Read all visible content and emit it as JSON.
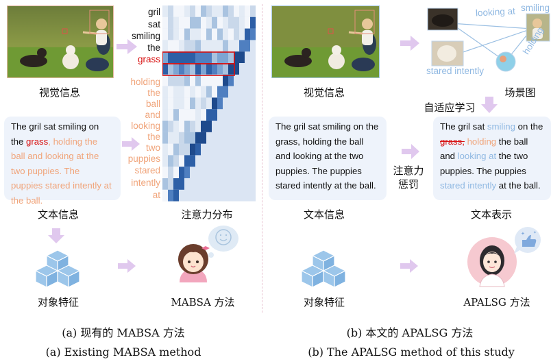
{
  "left": {
    "visual_info_label": "视觉信息",
    "text_info_label": "文本信息",
    "attention_label": "注意力分布",
    "object_feature_label": "对象特征",
    "method_label": "MABSA 方法",
    "caption_cn": "(a)  现有的 MABSA 方法",
    "caption_en": "(a)  Existing MABSA method",
    "sentence": {
      "part1": "The gril sat smiling on the ",
      "highlight": "grass",
      "part2": ", holding the ball and looking at the two puppies. The puppies stared intently at the ball."
    },
    "attention_words": [
      "gril",
      "sat",
      "smiling",
      "the",
      "grass",
      "holding",
      "the",
      "ball",
      "and",
      "looking",
      "the",
      "two",
      "puppies",
      "stared",
      "intently",
      "at"
    ]
  },
  "right": {
    "visual_info_label": "视觉信息",
    "text_info_label": "文本信息",
    "scene_graph_label": "场景图",
    "adaptive_label": "自适应学习",
    "penalty_label_1": "注意力",
    "penalty_label_2": "惩罚",
    "text_repr_label": "文本表示",
    "object_feature_label": "对象特征",
    "method_label": "APALSG 方法",
    "caption_cn": "(b)  本文的 APALSG 方法",
    "caption_en": "(b)  The APALSG method of this study",
    "sentence_plain": "The gril sat smiling on the grass, holding the ball and looking at the two puppies. The puppies stared intently at the ball.",
    "scene_edges": [
      "looking at",
      "smiling",
      "stared intently",
      "holding"
    ],
    "repr": {
      "t1": "The gril sat ",
      "b1": "smiling",
      "t2": " on the ",
      "s1": "grass,",
      "b2": " holding",
      "t3": " the ball and ",
      "b3": "looking at",
      "t4": " the two puppies. The puppies ",
      "b4": "stared intently",
      "t5": " at the ball."
    }
  },
  "colors": {
    "accent_orange": "#f0a47a",
    "highlight_red": "#d80f0f",
    "light_blue": "#8fb8e2",
    "arrow_purple": "#e0c8ee",
    "cube_blue": "#9cc6ea",
    "box_bg": "#eef3fb"
  }
}
